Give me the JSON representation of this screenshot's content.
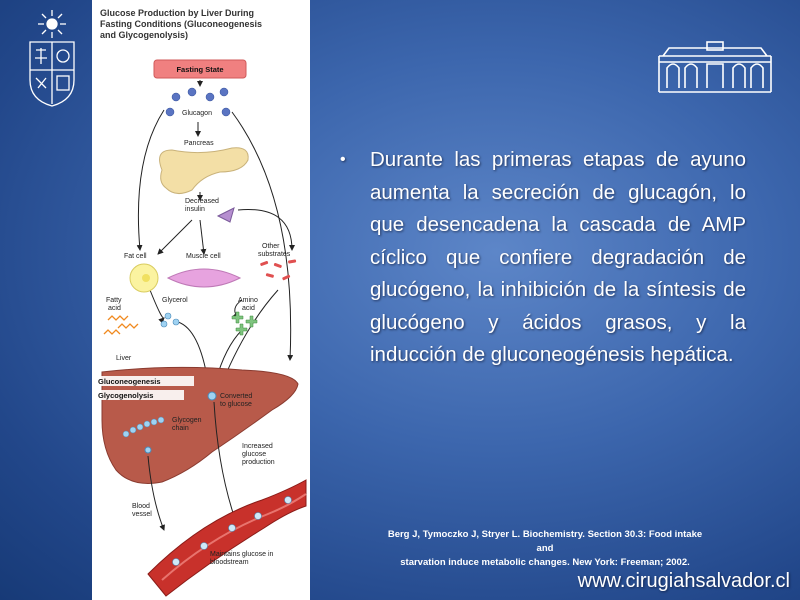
{
  "figure": {
    "title_lines": [
      "Glucose Production by Liver During",
      "Fasting Conditions (Gluconeogenesis",
      "and Glycogenolysis)"
    ],
    "labels": {
      "fasting_state": "Fasting State",
      "glucagon": "Glucagon",
      "pancreas": "Pancreas",
      "decreased_insulin_1": "Decreased",
      "decreased_insulin_2": "insulin",
      "fat_cell": "Fat cell",
      "muscle_cell": "Muscle cell",
      "other_substrates_1": "Other",
      "other_substrates_2": "substrates",
      "fatty_acid_1": "Fatty",
      "fatty_acid_2": "acid",
      "glycerol": "Glycerol",
      "amino_acid_1": "Amino",
      "amino_acid_2": "acid",
      "liver": "Liver",
      "gluconeogenesis": "Gluconeogenesis",
      "glycogenolysis": "Glycogenolysis",
      "converted_1": "Converted",
      "converted_2": "to glucose",
      "glycogen_chain_1": "Glycogen",
      "glycogen_chain_2": "chain",
      "increased_1": "Increased",
      "increased_2": "glucose",
      "increased_3": "production",
      "blood_vessel_1": "Blood",
      "blood_vessel_2": "vessel",
      "maintains_1": "Maintains glucose in",
      "maintains_2": "bloodstream"
    }
  },
  "bullet": {
    "text": "Durante las primeras etapas de ayuno aumenta la secreción de glucagón, lo que desencadena la cascada de AMP cíclico que confiere degradación de glucógeno, la inhibición de la síntesis de glucógeno y ácidos grasos, y la inducción de gluconeogénesis hepática."
  },
  "reference": {
    "line1": "Berg J, Tymoczko J, Stryer L. Biochemistry. Section 30.3: Food intake and",
    "line2": "starvation induce metabolic changes. New York: Freeman; 2002."
  },
  "website": "www.cirugiahsalvador.cl",
  "colors": {
    "background": "#2f5aa3",
    "fasting_state_box": "#f08080",
    "glucagon_dots": "#5a74c2",
    "pancreas": "#f3dfa6",
    "fat_cell": "#fbf3a0",
    "muscle_cell": "#e7a3df",
    "liver": "#b85a4a",
    "blood_vessel": "#c8312b",
    "glucose": "#9fd2f2"
  }
}
